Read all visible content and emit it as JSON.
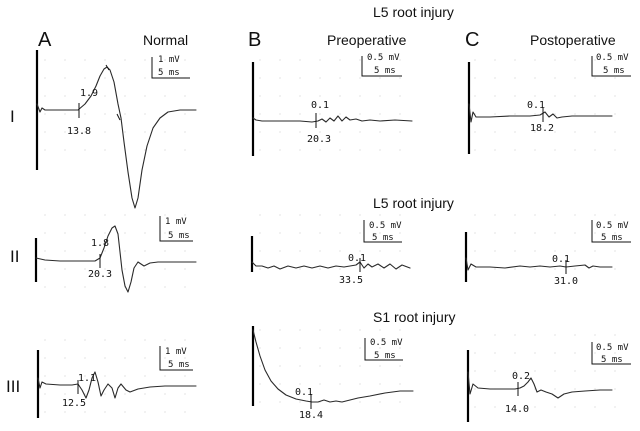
{
  "panels": {
    "A": {
      "letter": "A",
      "title": "Normal"
    },
    "B": {
      "letter": "B",
      "title": "Preoperative"
    },
    "C": {
      "letter": "C",
      "title": "Postoperative"
    }
  },
  "rows": [
    {
      "roman": "I",
      "header": "L5 root injury"
    },
    {
      "roman": "II",
      "header": "L5 root injury"
    },
    {
      "roman": "III",
      "header": "S1 root injury"
    }
  ],
  "cells": {
    "A_I": {
      "amp_label": "1.9",
      "lat_label": "13.8",
      "scale_amp": "1 mV",
      "scale_time": "5 ms"
    },
    "B_I": {
      "amp_label": "0.1",
      "lat_label": "20.3",
      "scale_amp": "0.5 mV",
      "scale_time": "5 ms"
    },
    "C_I": {
      "amp_label": "0.1",
      "lat_label": "18.2",
      "scale_amp": "0.5 mV",
      "scale_time": "5 ms"
    },
    "A_II": {
      "amp_label": "1.8",
      "lat_label": "20.3",
      "scale_amp": "1 mV",
      "scale_time": "5 ms"
    },
    "B_II": {
      "amp_label": "0.1",
      "lat_label": "33.5",
      "scale_amp": "0.5 mV",
      "scale_time": "5 ms"
    },
    "C_II": {
      "amp_label": "0.1",
      "lat_label": "31.0",
      "scale_amp": "0.5 mV",
      "scale_time": "5 ms"
    },
    "A_III": {
      "amp_label": "1.1",
      "lat_label": "12.5",
      "scale_amp": "1 mV",
      "scale_time": "5 ms"
    },
    "B_III": {
      "amp_label": "0.1",
      "lat_label": "18.4",
      "scale_amp": "0.5 mV",
      "scale_time": "5 ms"
    },
    "C_III": {
      "amp_label": "0.2",
      "lat_label": "14.0",
      "scale_amp": "0.5 mV",
      "scale_time": "5 ms"
    }
  }
}
